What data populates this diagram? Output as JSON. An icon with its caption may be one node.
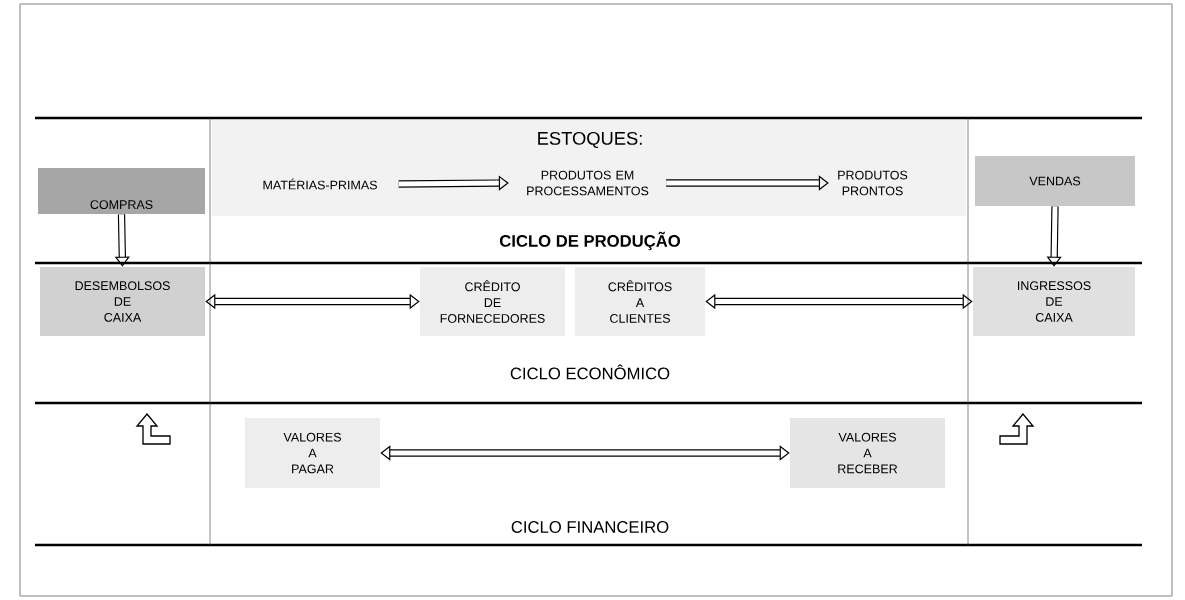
{
  "diagram": {
    "nodes": [
      {
        "text": [
          "COMPRAS"
        ]
      },
      {
        "text": [
          "MATÉRIAS-PRIMAS"
        ]
      },
      {
        "text": [
          "PRODUTOS EM PROCESSAMENTOS"
        ]
      },
      {
        "text": [
          "PRODUTOS PRONTOS"
        ]
      },
      {
        "text": [
          "VENDAS"
        ]
      },
      {
        "text": [
          "DESEMBOLSOS DE CAIXA"
        ]
      },
      {
        "text": [
          "CRÊDITO DE FORNECEDORES"
        ]
      },
      {
        "text": [
          "CRÊDITOS A CLIENTES"
        ]
      },
      {
        "text": [
          "INGRESSOS DE CAIXA"
        ]
      },
      {
        "text": [
          "VALORES A PAGAR"
        ]
      },
      {
        "text": [
          "VALORES A RECEBER"
        ]
      }
    ],
    "edges": [
      {
        "from": 1,
        "to": 2,
        "arrow": "to"
      },
      {
        "from": 2,
        "to": 3,
        "arrow": "to"
      },
      {
        "from": 0,
        "to": 5,
        "arrow": "to"
      },
      {
        "from": 4,
        "to": 8,
        "arrow": "to"
      },
      {
        "from": 5,
        "to": 6,
        "arrow": "both"
      },
      {
        "from": 7,
        "to": 8,
        "arrow": "both"
      },
      {
        "from": 9,
        "to": 10,
        "arrow": "both"
      }
    ],
    "labels": [
      "ESTOQUES:",
      "CICLO DE PRODUÇÃO",
      "CICLO ECONÔMICO",
      "CICLO FINANCEIRO"
    ]
  }
}
